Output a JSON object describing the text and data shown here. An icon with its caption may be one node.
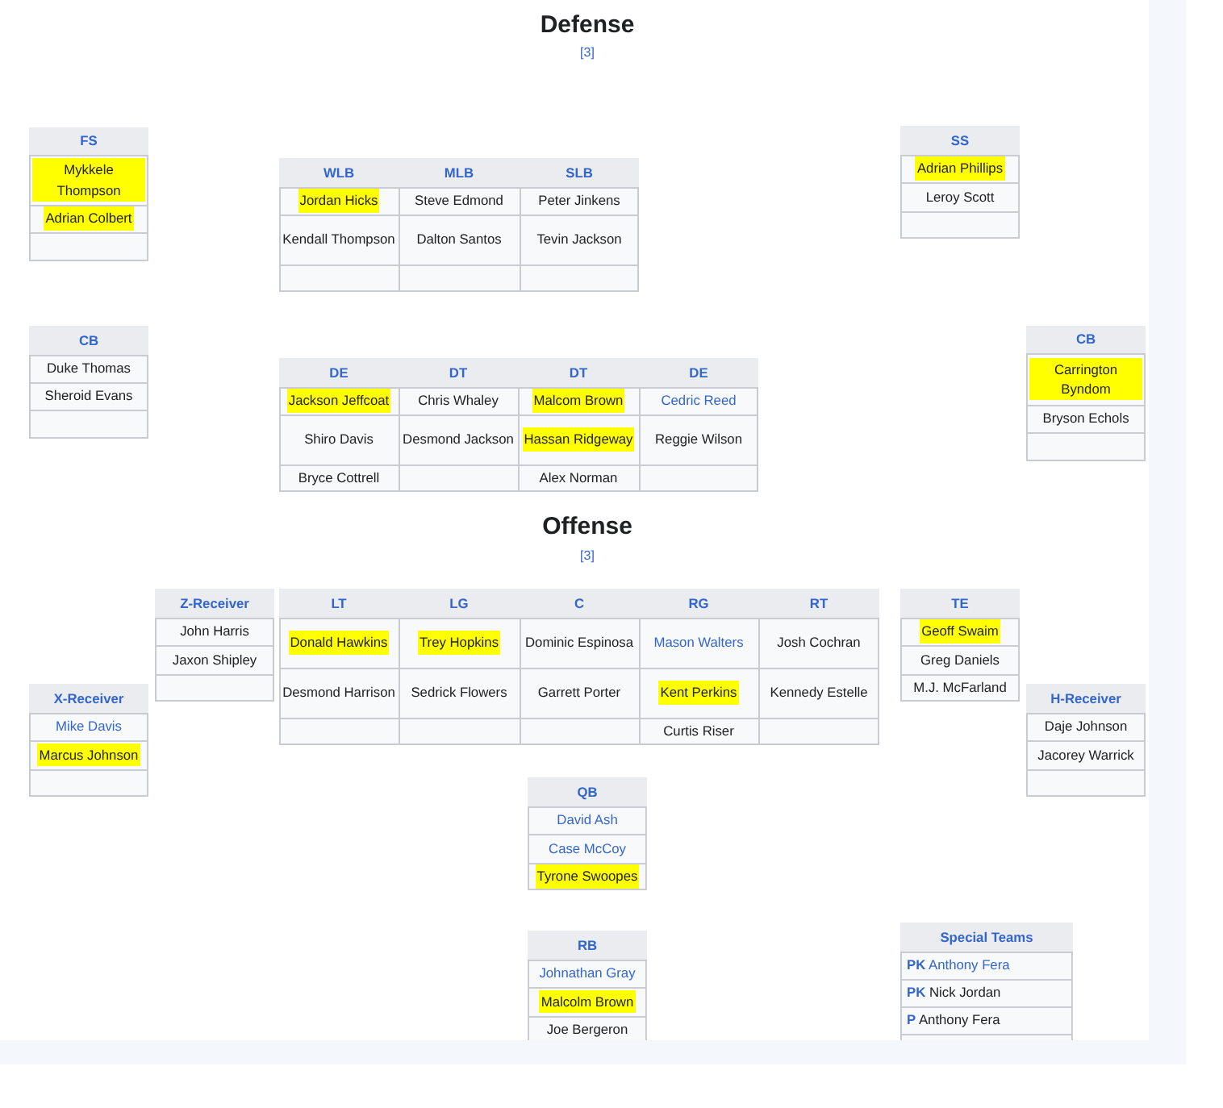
{
  "diagram": {
    "nodes": [
      {
        "text": [
          "FS",
          "Mykkele Thompson",
          "Adrian Colbert"
        ]
      },
      {
        "text": [
          "WLB",
          "MLB",
          "SLB",
          "Jordan Hicks",
          "Steve Edmond",
          "Peter Jinkens",
          "Kendall Thompson",
          "Dalton Santos",
          "Tevin Jackson"
        ]
      },
      {
        "text": [
          "SS",
          "Adrian Phillips",
          "Leroy Scott"
        ]
      },
      {
        "text": [
          "CB",
          "Duke Thomas",
          "Sheroid Evans"
        ]
      },
      {
        "text": [
          "DE",
          "DT",
          "DT",
          "DE",
          "Jackson Jeffcoat",
          "Chris Whaley",
          "Malcom Brown",
          "Cedric Reed",
          "Shiro Davis",
          "Desmond Jackson",
          "Hassan Ridgeway",
          "Reggie Wilson",
          "Bryce Cottrell",
          "Alex Norman"
        ]
      },
      {
        "text": [
          "CB",
          "Carrington Byndom",
          "Bryson Echols"
        ]
      },
      {
        "text": [
          "Z-Receiver",
          "John Harris",
          "Jaxon Shipley"
        ]
      },
      {
        "text": [
          "LT",
          "LG",
          "C",
          "RG",
          "RT",
          "Donald Hawkins",
          "Trey Hopkins",
          "Dominic Espinosa",
          "Mason Walters",
          "Josh Cochran",
          "Desmond Harrison",
          "Sedrick Flowers",
          "Garrett Porter",
          "Kent Perkins",
          "Kennedy Estelle",
          "Curtis Riser"
        ]
      },
      {
        "text": [
          "TE",
          "Geoff Swaim",
          "Greg Daniels",
          "M.J. McFarland"
        ]
      },
      {
        "text": [
          "X-Receiver",
          "Mike Davis",
          "Marcus Johnson"
        ]
      },
      {
        "text": [
          "H-Receiver",
          "Daje Johnson",
          "Jacorey Warrick"
        ]
      },
      {
        "text": [
          "QB",
          "David Ash",
          "Case McCoy",
          "Tyrone Swoopes"
        ]
      },
      {
        "text": [
          "RB",
          "Johnathan Gray",
          "Malcolm Brown",
          "Joe Bergeron"
        ]
      },
      {
        "text": [
          "Special Teams",
          "**PK** Anthony Fera",
          "**PK** Nick Jordan",
          "**P** Anthony Fera"
        ]
      }
    ],
    "labels": [
      "Defense",
      "[3]",
      "Offense",
      "[3]"
    ]
  }
}
